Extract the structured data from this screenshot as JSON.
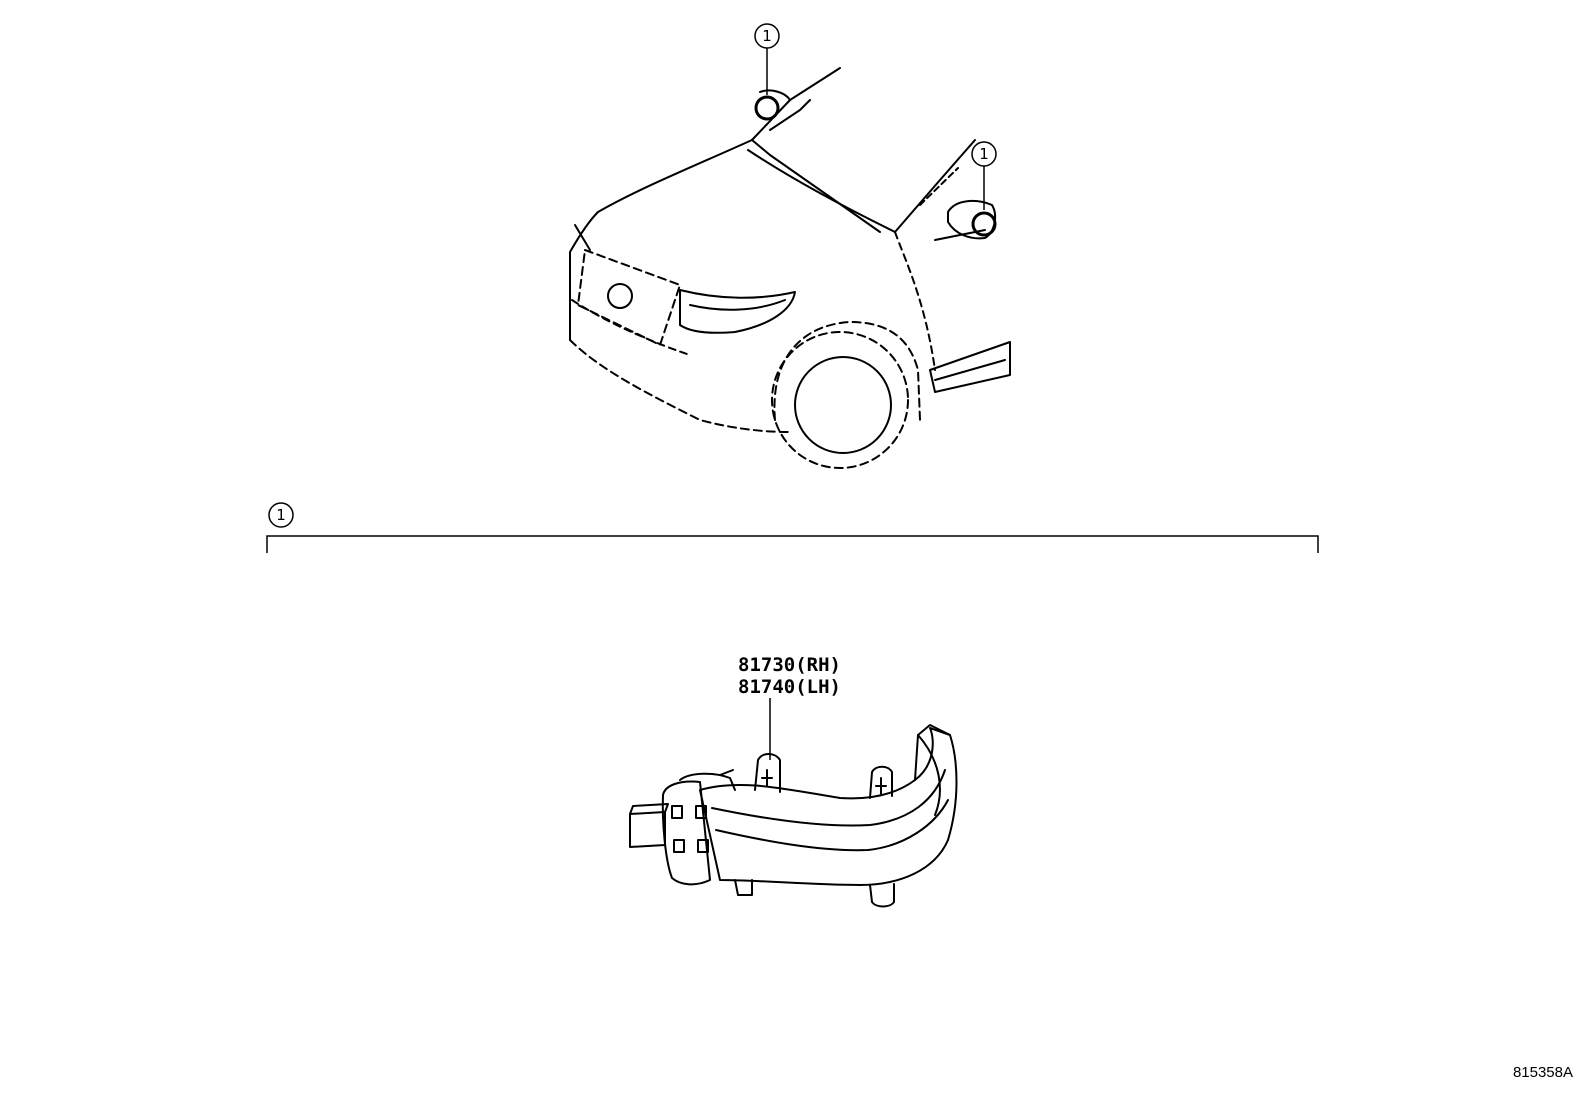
{
  "callouts": {
    "top_left": "1",
    "top_right": "1",
    "section": "1"
  },
  "parts": {
    "line1": "81730(RH)",
    "line2": "81740(LH)"
  },
  "drawing_code": "815358A",
  "colors": {
    "ink": "#000000",
    "background": "#ffffff"
  }
}
